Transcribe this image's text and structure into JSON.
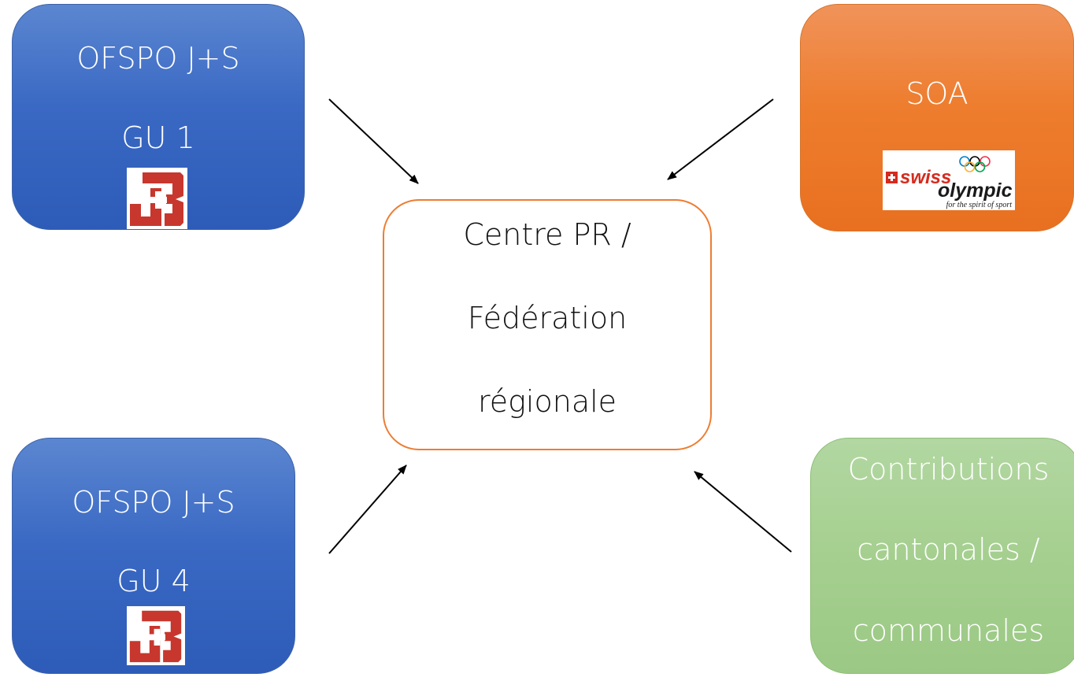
{
  "nodes": {
    "top_left": {
      "line1": "OFSPO J+S",
      "line2": "GU 1"
    },
    "bottom_left": {
      "line1": "OFSPO J+S",
      "line2": "GU 4"
    },
    "top_right": {
      "label": "SOA"
    },
    "bottom_right": {
      "line1": "Contributions",
      "line2": "cantonales /",
      "line3": "communales"
    },
    "center": {
      "line1": "Centre PR /",
      "line2": "Fédération",
      "line3": "régionale"
    }
  },
  "logos": {
    "js_icon": "js-jugend-sport-logo",
    "swiss_olympic": {
      "word1": "swiss",
      "word2": "olympic",
      "tagline": "for the spirit of sport"
    }
  },
  "colors": {
    "blue": "#3a69c4",
    "orange": "#ee7d2e",
    "green": "#a5cf8f",
    "center_border": "#ed7d31",
    "js_red": "#c8372d",
    "arrow": "#000000"
  }
}
